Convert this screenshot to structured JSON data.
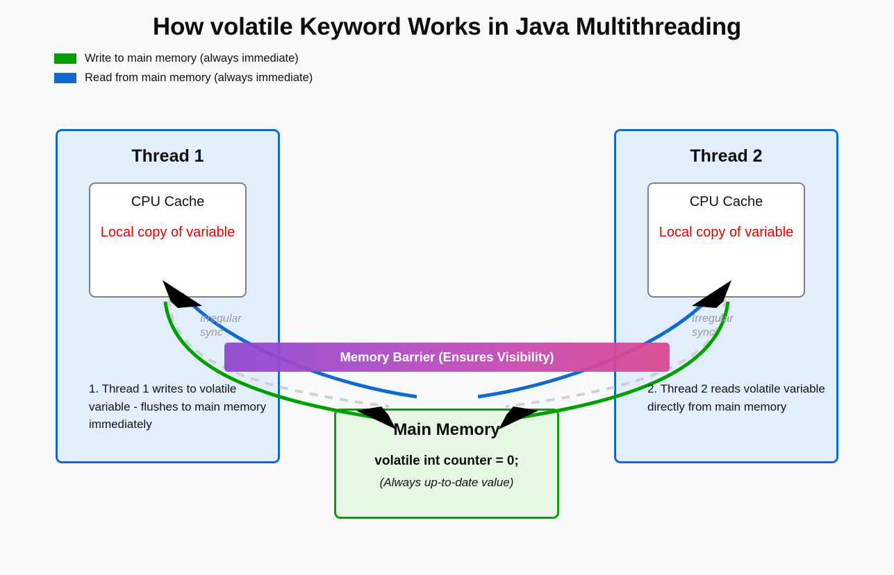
{
  "page": {
    "title": "How volatile Keyword Works in Java Multithreading",
    "background_color": "#f7f9fb"
  },
  "legend": {
    "items": [
      {
        "label": "Write to main memory (always immediate)",
        "color": "#00a000",
        "icon": "green-square-swatch"
      },
      {
        "label": "Read from main memory (always immediate)",
        "color": "#1169ce",
        "icon": "blue-square-swatch"
      }
    ]
  },
  "threads": [
    {
      "title": "Thread 1",
      "cache_title": "CPU Cache",
      "cache_sub": "Local copy of variable",
      "description": "1. Thread 1 writes to volatile variable - flushes to main memory immediately",
      "sync_label": "Irregular sync",
      "border_color": "#1169ce",
      "fill_color": "#e3eefc"
    },
    {
      "title": "Thread 2",
      "cache_title": "CPU Cache",
      "cache_sub": "Local copy of variable",
      "description": "2. Thread 2 reads volatile variable directly from main memory",
      "sync_label": "Irregular sync",
      "border_color": "#1169ce",
      "fill_color": "#e3eefc"
    }
  ],
  "main_memory": {
    "title": "Main Memory",
    "code": "volatile int counter = 0;",
    "note": "(Always up-to-date value)",
    "border_color": "#00a000",
    "fill_color": "#e6f7e3"
  },
  "memory_barrier": {
    "label": "Memory Barrier (Ensures Visibility)",
    "gradient_start": "#8e44d0",
    "gradient_end": "#da4790",
    "text_color": "#ffffff"
  },
  "colors": {
    "write_green": "#00a000",
    "read_blue": "#1169ce",
    "local_copy_red": "#e00000",
    "sync_gray": "#cccccc",
    "arrow_black": "#000000"
  }
}
